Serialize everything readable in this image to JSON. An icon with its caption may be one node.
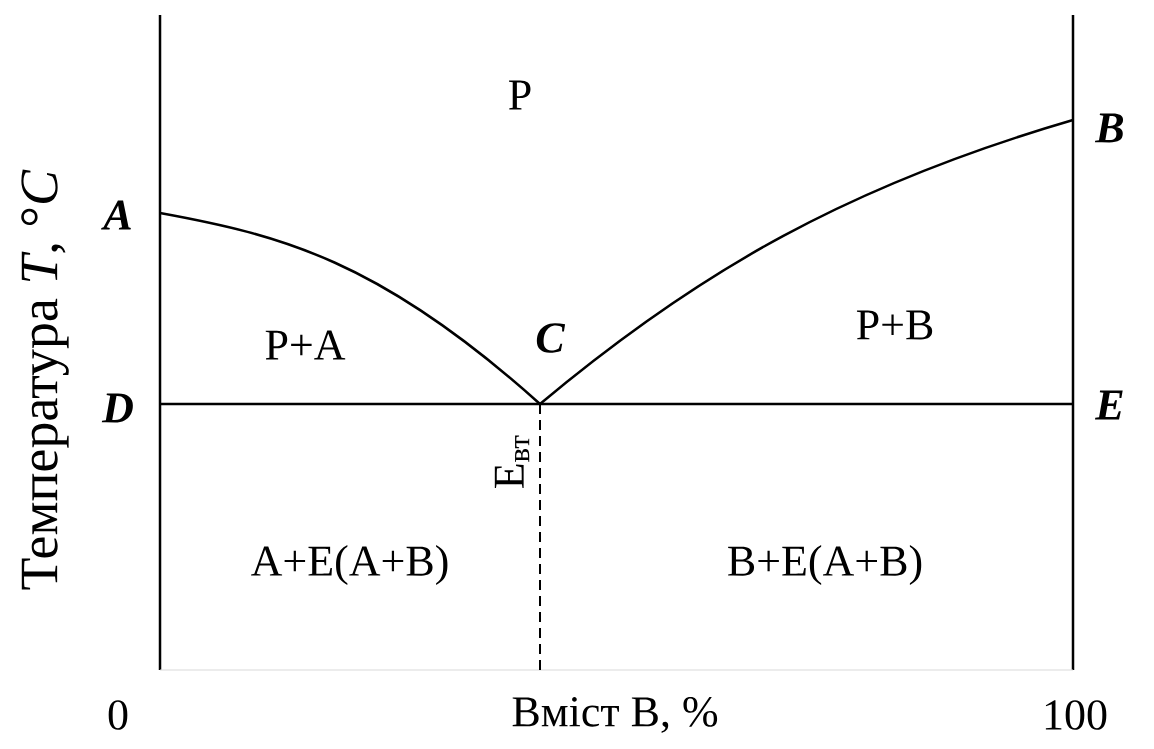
{
  "diagram": {
    "labels": [
      "Р",
      "A",
      "B",
      "Р+A",
      "C",
      "Р+B",
      "D",
      "E",
      "Е$_{вт}$",
      "A+E(A+B)",
      "B+E(A+B)",
      "0",
      "Вміст В, %",
      "100",
      "Температура *T*, °*C*"
    ]
  }
}
